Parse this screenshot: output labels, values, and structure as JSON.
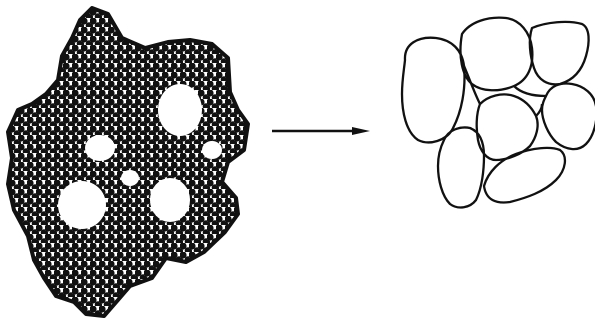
{
  "figure": {
    "colors": {
      "ink": "#111111",
      "background": "#ffffff"
    },
    "panels": [
      {
        "name": "aggregate",
        "description_key": "clustered-particle-aggregate"
      },
      {
        "name": "arrow",
        "description_key": "transformation-arrow"
      },
      {
        "name": "cells",
        "description_key": "separated-cell-outlines"
      }
    ]
  }
}
